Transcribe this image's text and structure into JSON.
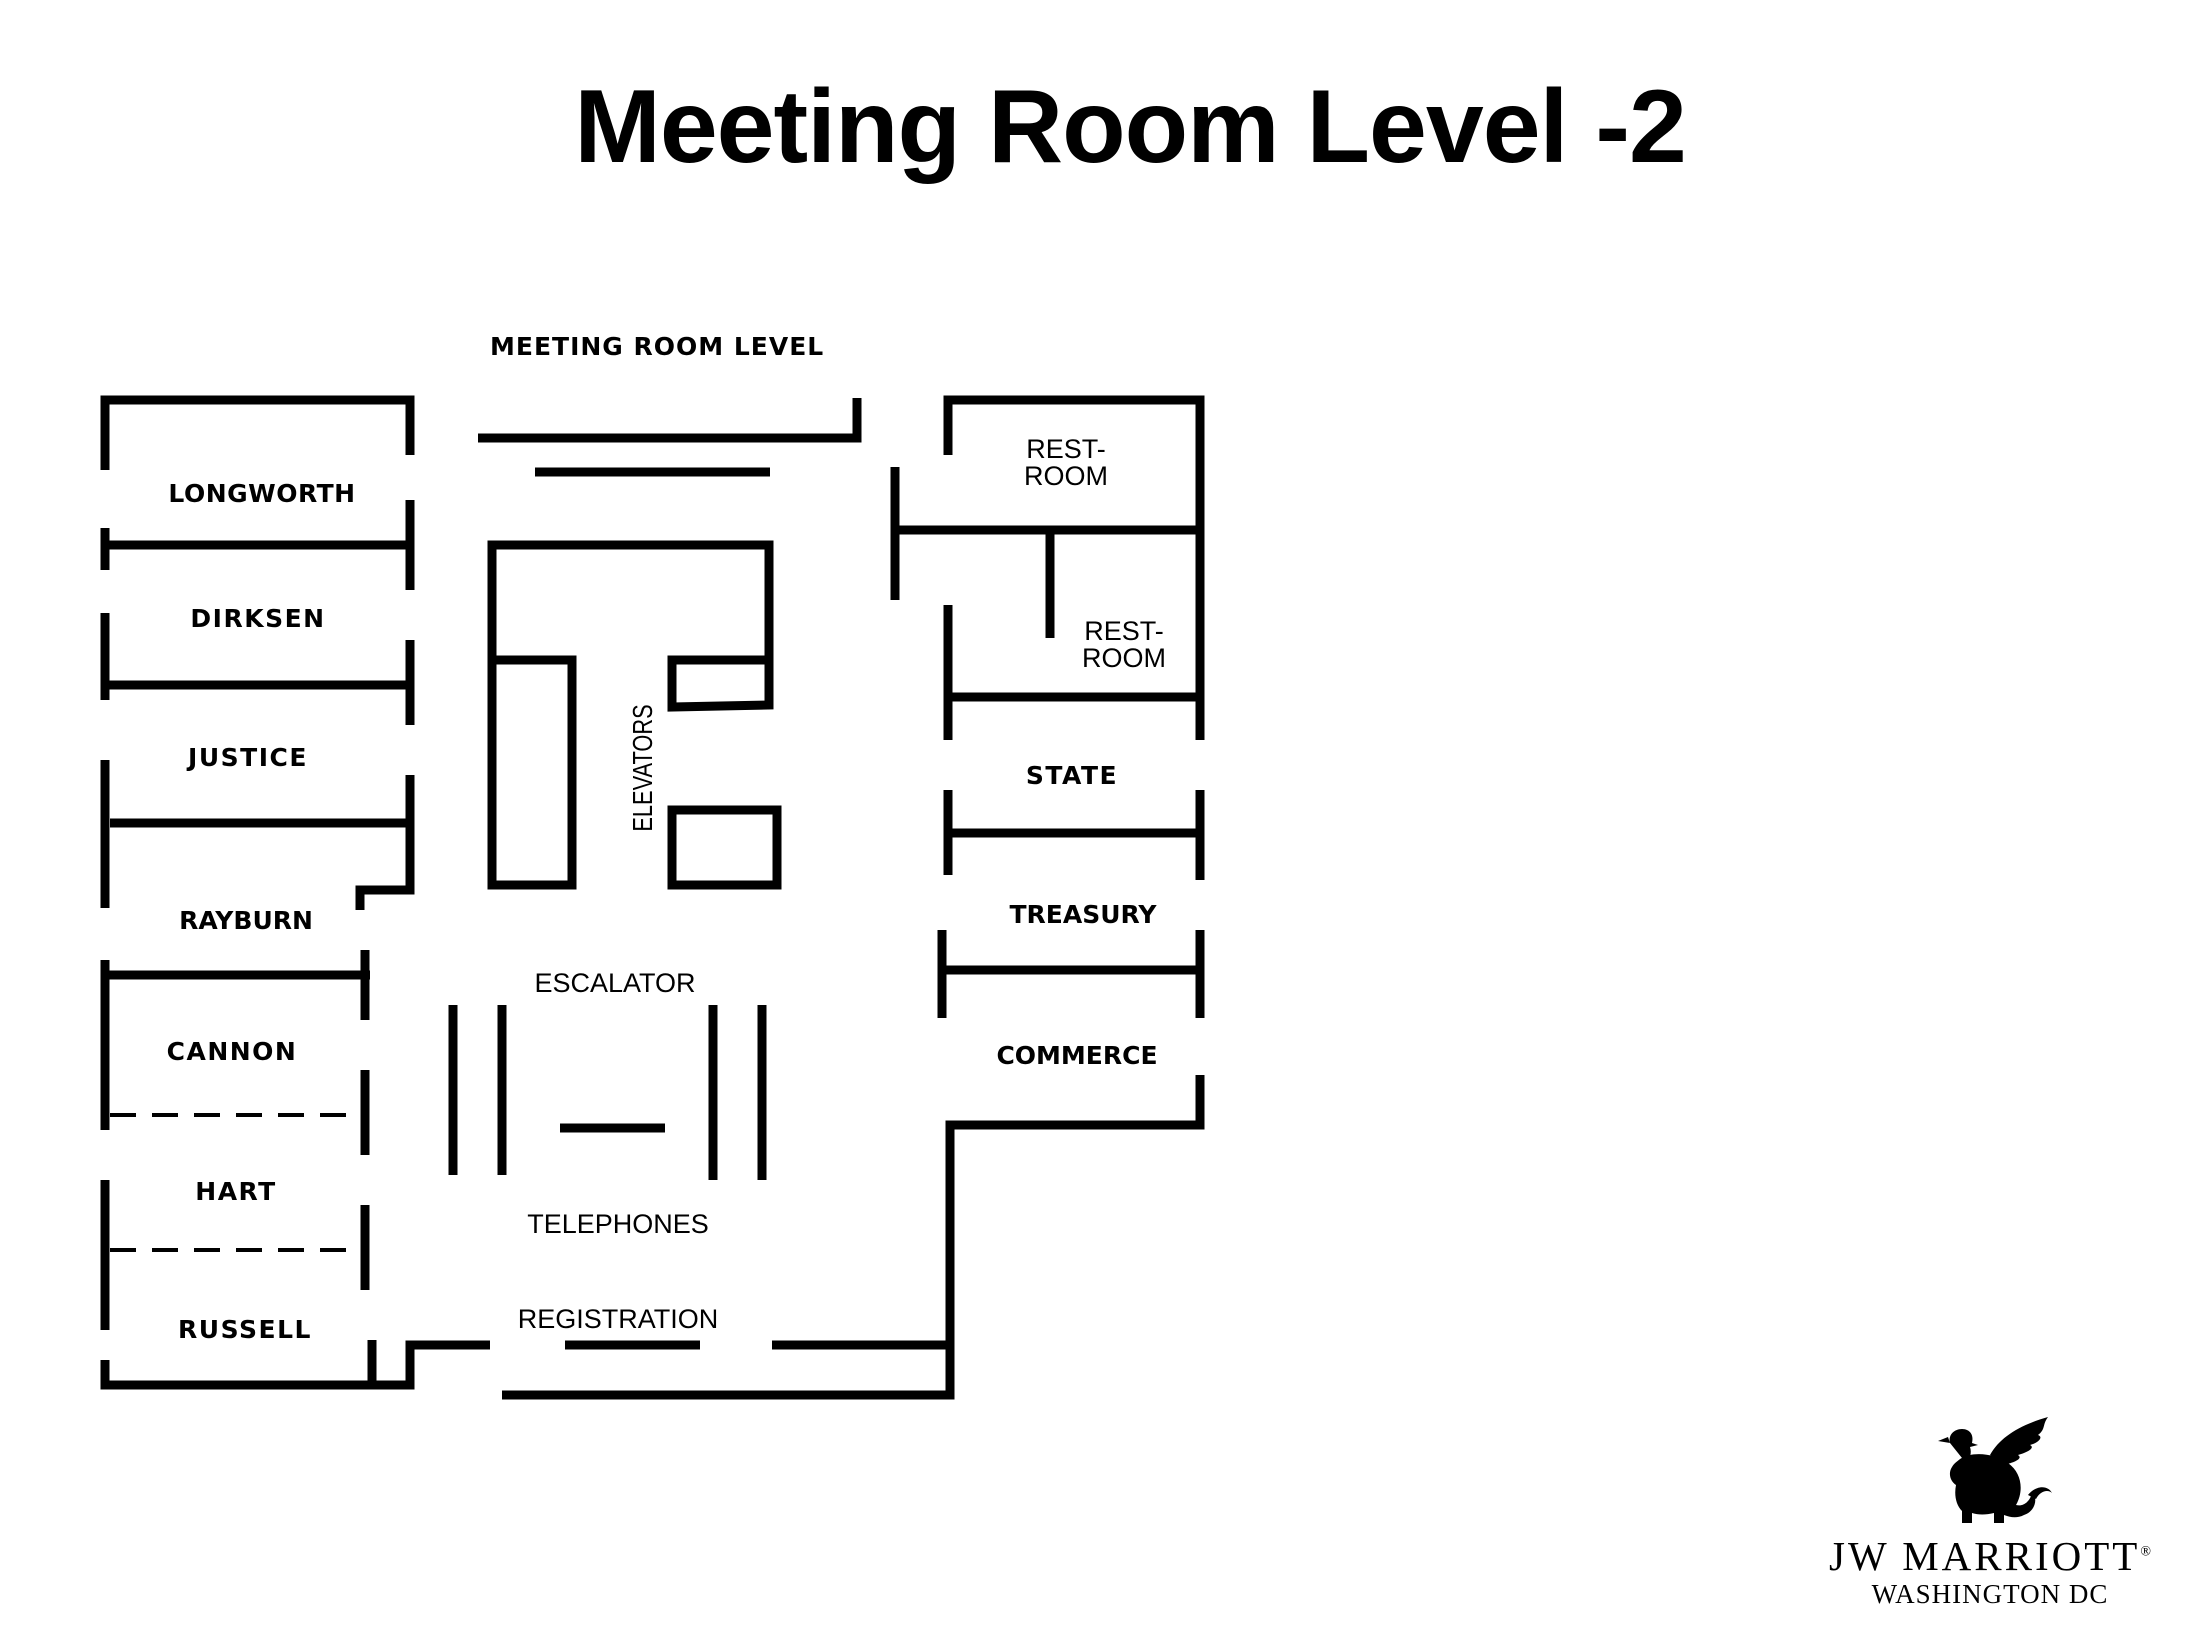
{
  "page": {
    "title": "Meeting Room Level -2"
  },
  "floor_plan": {
    "heading": "MEETING ROOM LEVEL",
    "rooms": {
      "longworth": "LONGWORTH",
      "dirksen": "DIRKSEN",
      "justice": "JUSTICE",
      "rayburn": "RAYBURN",
      "cannon": "CANNON",
      "hart": "HART",
      "russell": "RUSSELL",
      "restroom_1_line1": "REST-",
      "restroom_1_line2": "ROOM",
      "restroom_2_line1": "REST-",
      "restroom_2_line2": "ROOM",
      "state": "STATE",
      "treasury": "TREASURY",
      "commerce": "COMMERCE"
    },
    "areas": {
      "elevators": "ELEVATORS",
      "escalator": "ESCALATOR",
      "telephones": "TELEPHONES",
      "registration": "REGISTRATION"
    },
    "colors": {
      "walls": "#000000",
      "background": "#ffffff"
    }
  },
  "brand": {
    "name": "JW MARRIOTT",
    "trademark": "®",
    "location": "WASHINGTON DC",
    "logo_icon": "griffin-icon"
  }
}
